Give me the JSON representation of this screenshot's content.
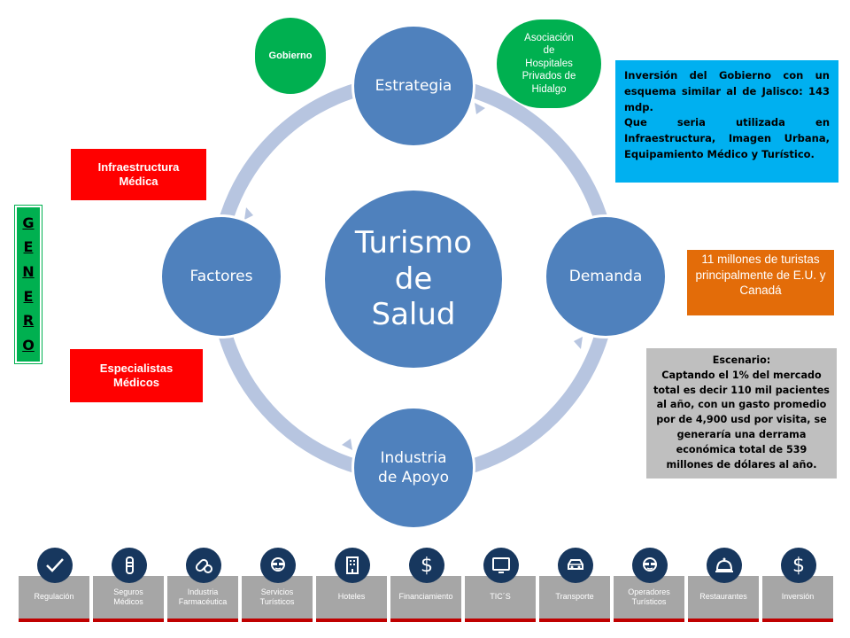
{
  "diagram": {
    "center_lines": [
      "Turismo",
      "de",
      "Salud"
    ],
    "nodes": {
      "top": "Estrategia",
      "right": "Demanda",
      "bottom": [
        "Industria",
        "de Apoyo"
      ],
      "left": "Factores"
    }
  },
  "actors": {
    "gobierno": "Gobierno",
    "asociacion": [
      "Asociación",
      "de",
      "Hospitales",
      "Privados de",
      "Hidalgo"
    ]
  },
  "notes": {
    "inversion_lines": [
      "Inversión del Gobierno con un esquema similar al de Jalisco: 143 mdp.",
      "Que seria utilizada en Infraestructura, Imagen Urbana, Equipamiento Médico y Turístico."
    ],
    "turistas": "11 millones de turistas principalmente de E.U. y Canadá",
    "escenario_title": "Escenario:",
    "escenario_body": "Captando el 1% del mercado total es decir 110 mil pacientes al año, con un gasto promedio por de 4,900 usd por visita, se generaría una derrama económica total de 539 millones de dólares al año."
  },
  "factors": {
    "infraestructura": [
      "Infraestructura",
      "Médica"
    ],
    "especialistas": [
      "Especialistas",
      "Médicos"
    ]
  },
  "genero_letters": [
    "G",
    "E",
    "N",
    "E",
    "R",
    "O"
  ],
  "bottom_bar": [
    {
      "label": [
        "Regulación"
      ],
      "icon": "check-icon"
    },
    {
      "label": [
        "Seguros",
        "Médicos"
      ],
      "icon": "bandaged-arm-icon"
    },
    {
      "label": [
        "Industria",
        "Farmacéutica"
      ],
      "icon": "pill-capsule-icon"
    },
    {
      "label": [
        "Servicios",
        "Turísticos"
      ],
      "icon": "person-sunglasses-icon"
    },
    {
      "label": [
        "Hoteles"
      ],
      "icon": "building-icon"
    },
    {
      "label": [
        "Financiamiento"
      ],
      "icon": "dollar-icon",
      "glyph": "$"
    },
    {
      "label": [
        "TIC´S"
      ],
      "icon": "monitor-icon"
    },
    {
      "label": [
        "Transporte"
      ],
      "icon": "car-icon"
    },
    {
      "label": [
        "Operadores",
        "Turísticos"
      ],
      "icon": "person-sunglasses-icon"
    },
    {
      "label": [
        "Restaurantes"
      ],
      "icon": "cloche-icon"
    },
    {
      "label": [
        "Inversión"
      ],
      "icon": "dollar-icon",
      "glyph": "$"
    }
  ],
  "colors": {
    "node_blue": "#4f81bd",
    "ring": "#b7c5e0",
    "green": "#00b050",
    "red": "#ff0000",
    "cyan": "#00b0f0",
    "orange": "#e36c09",
    "gray": "#a6a6a6",
    "icon_navy": "#17375e",
    "bar_accent": "#c00000"
  }
}
